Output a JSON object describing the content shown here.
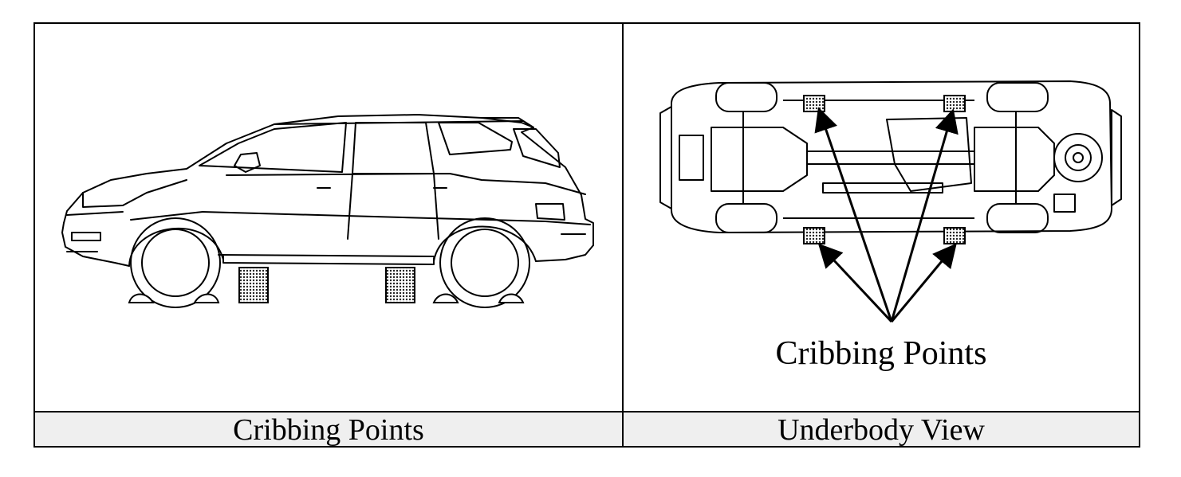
{
  "figure": {
    "left_caption": "Cribbing Points",
    "right_caption": "Underbody View",
    "underbody_callout": "Cribbing Points"
  },
  "colors": {
    "line": "#000000",
    "caption_band": "#efefef",
    "crib_fill": "#888888"
  },
  "icons": [
    "car-side-view-icon",
    "car-underbody-view-icon",
    "cribbing-block-icon",
    "arrow-icon"
  ]
}
